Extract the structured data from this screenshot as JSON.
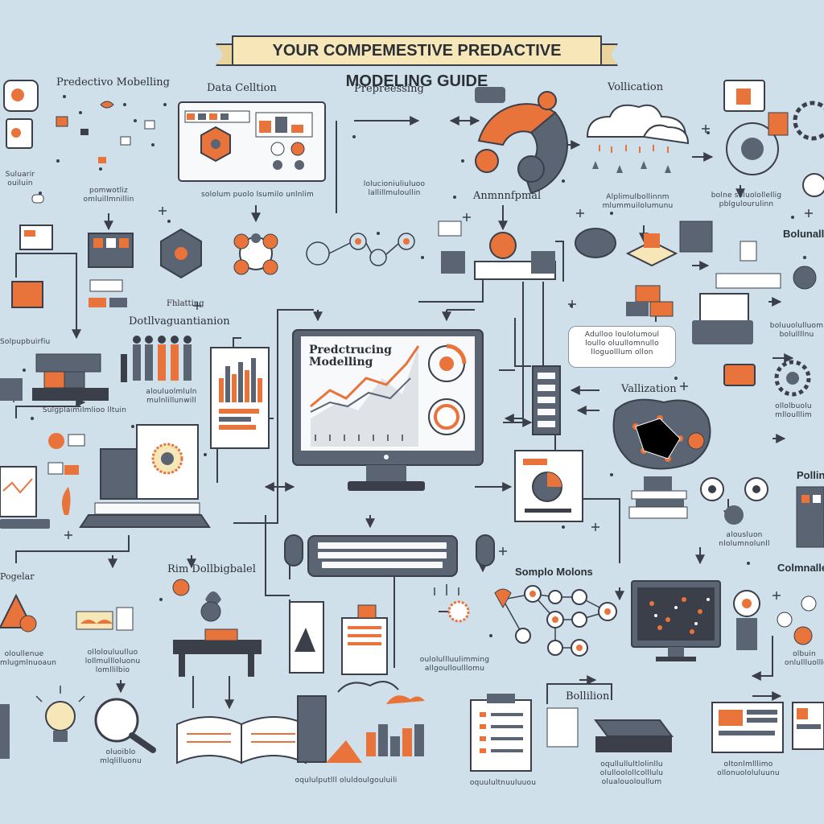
{
  "banner": {
    "title": "YOUR COMPEMESTIVE PREDACTIVE MODELING GUIDE"
  },
  "labels": {
    "top_left": "Predectivo Mobelling",
    "data_collection": "Data Celltion",
    "preprocessing": "Prepreessing",
    "validation_top": "Vollication",
    "analysis": "Anmnnfpmal",
    "distribution": "Dotllvaguantianion",
    "feature": "Fhlatting",
    "monitor_title_1": "Predctrucing",
    "monitor_title_2": "Modelling",
    "validation_mid": "Vallization",
    "right_edge_1": "Bolunalle",
    "right_edge_2": "Pollin",
    "right_edge_3": "Colmnalle",
    "risk": "Rim Dollbigbalel",
    "sample": "Somplo Molons",
    "deploy": "Bollilion",
    "left_edge": "Pogelar"
  },
  "captions": {
    "c1": "Suluarir\nouiluin",
    "c2": "pomwotliz\nomluillmnillin",
    "c3": "sololum puolo lsumilo unlnlim",
    "c4": "lolucioniuliuluoo\nlallillmuloullin",
    "c5": "Alplimulbollinnm\nmlummuilolumunu",
    "c6": "bolne soluolollellig\npblgulourulinn",
    "c7": "Solpupbuirfiu",
    "c8": "alouluolmluln\nmulnlillunwill",
    "c9": "Sulgplaimilmlioo lltuin",
    "c10": "Adulloo loulolumoul\nloullo oluullomnullo\nlloguolllum ollon",
    "c11": "boluuolulluom\nbolullllnu",
    "c12": "ollolbuolu\nmlloulllim",
    "c13": "alousluon\nnlolumnolunll",
    "c14": "oloullenue\nmlugmlnuoaun",
    "c15": "ollolouluulluo\nlollmullloluonu\nlomllilbio",
    "c16": "oulolullluulimming\nallgoulloulllomu",
    "c17": "olbuin\nonlullluolllo",
    "c18": "oluoiblo\nmlqlilluonu",
    "c19": "oqululputlll oluldoulgouluili",
    "c20": "oquulultnuuluuou",
    "c21": "oqullullultlolinllu\nolulloolollcolllulu\nolualouoloullum",
    "c22": "oltonlmlllimo\nollonuololuluunu"
  },
  "colors": {
    "background": "#cfe0ea",
    "ink": "#3a3f4a",
    "accent_orange": "#e8743b",
    "panel_white": "#f7f9fb",
    "slate": "#5a6472"
  }
}
